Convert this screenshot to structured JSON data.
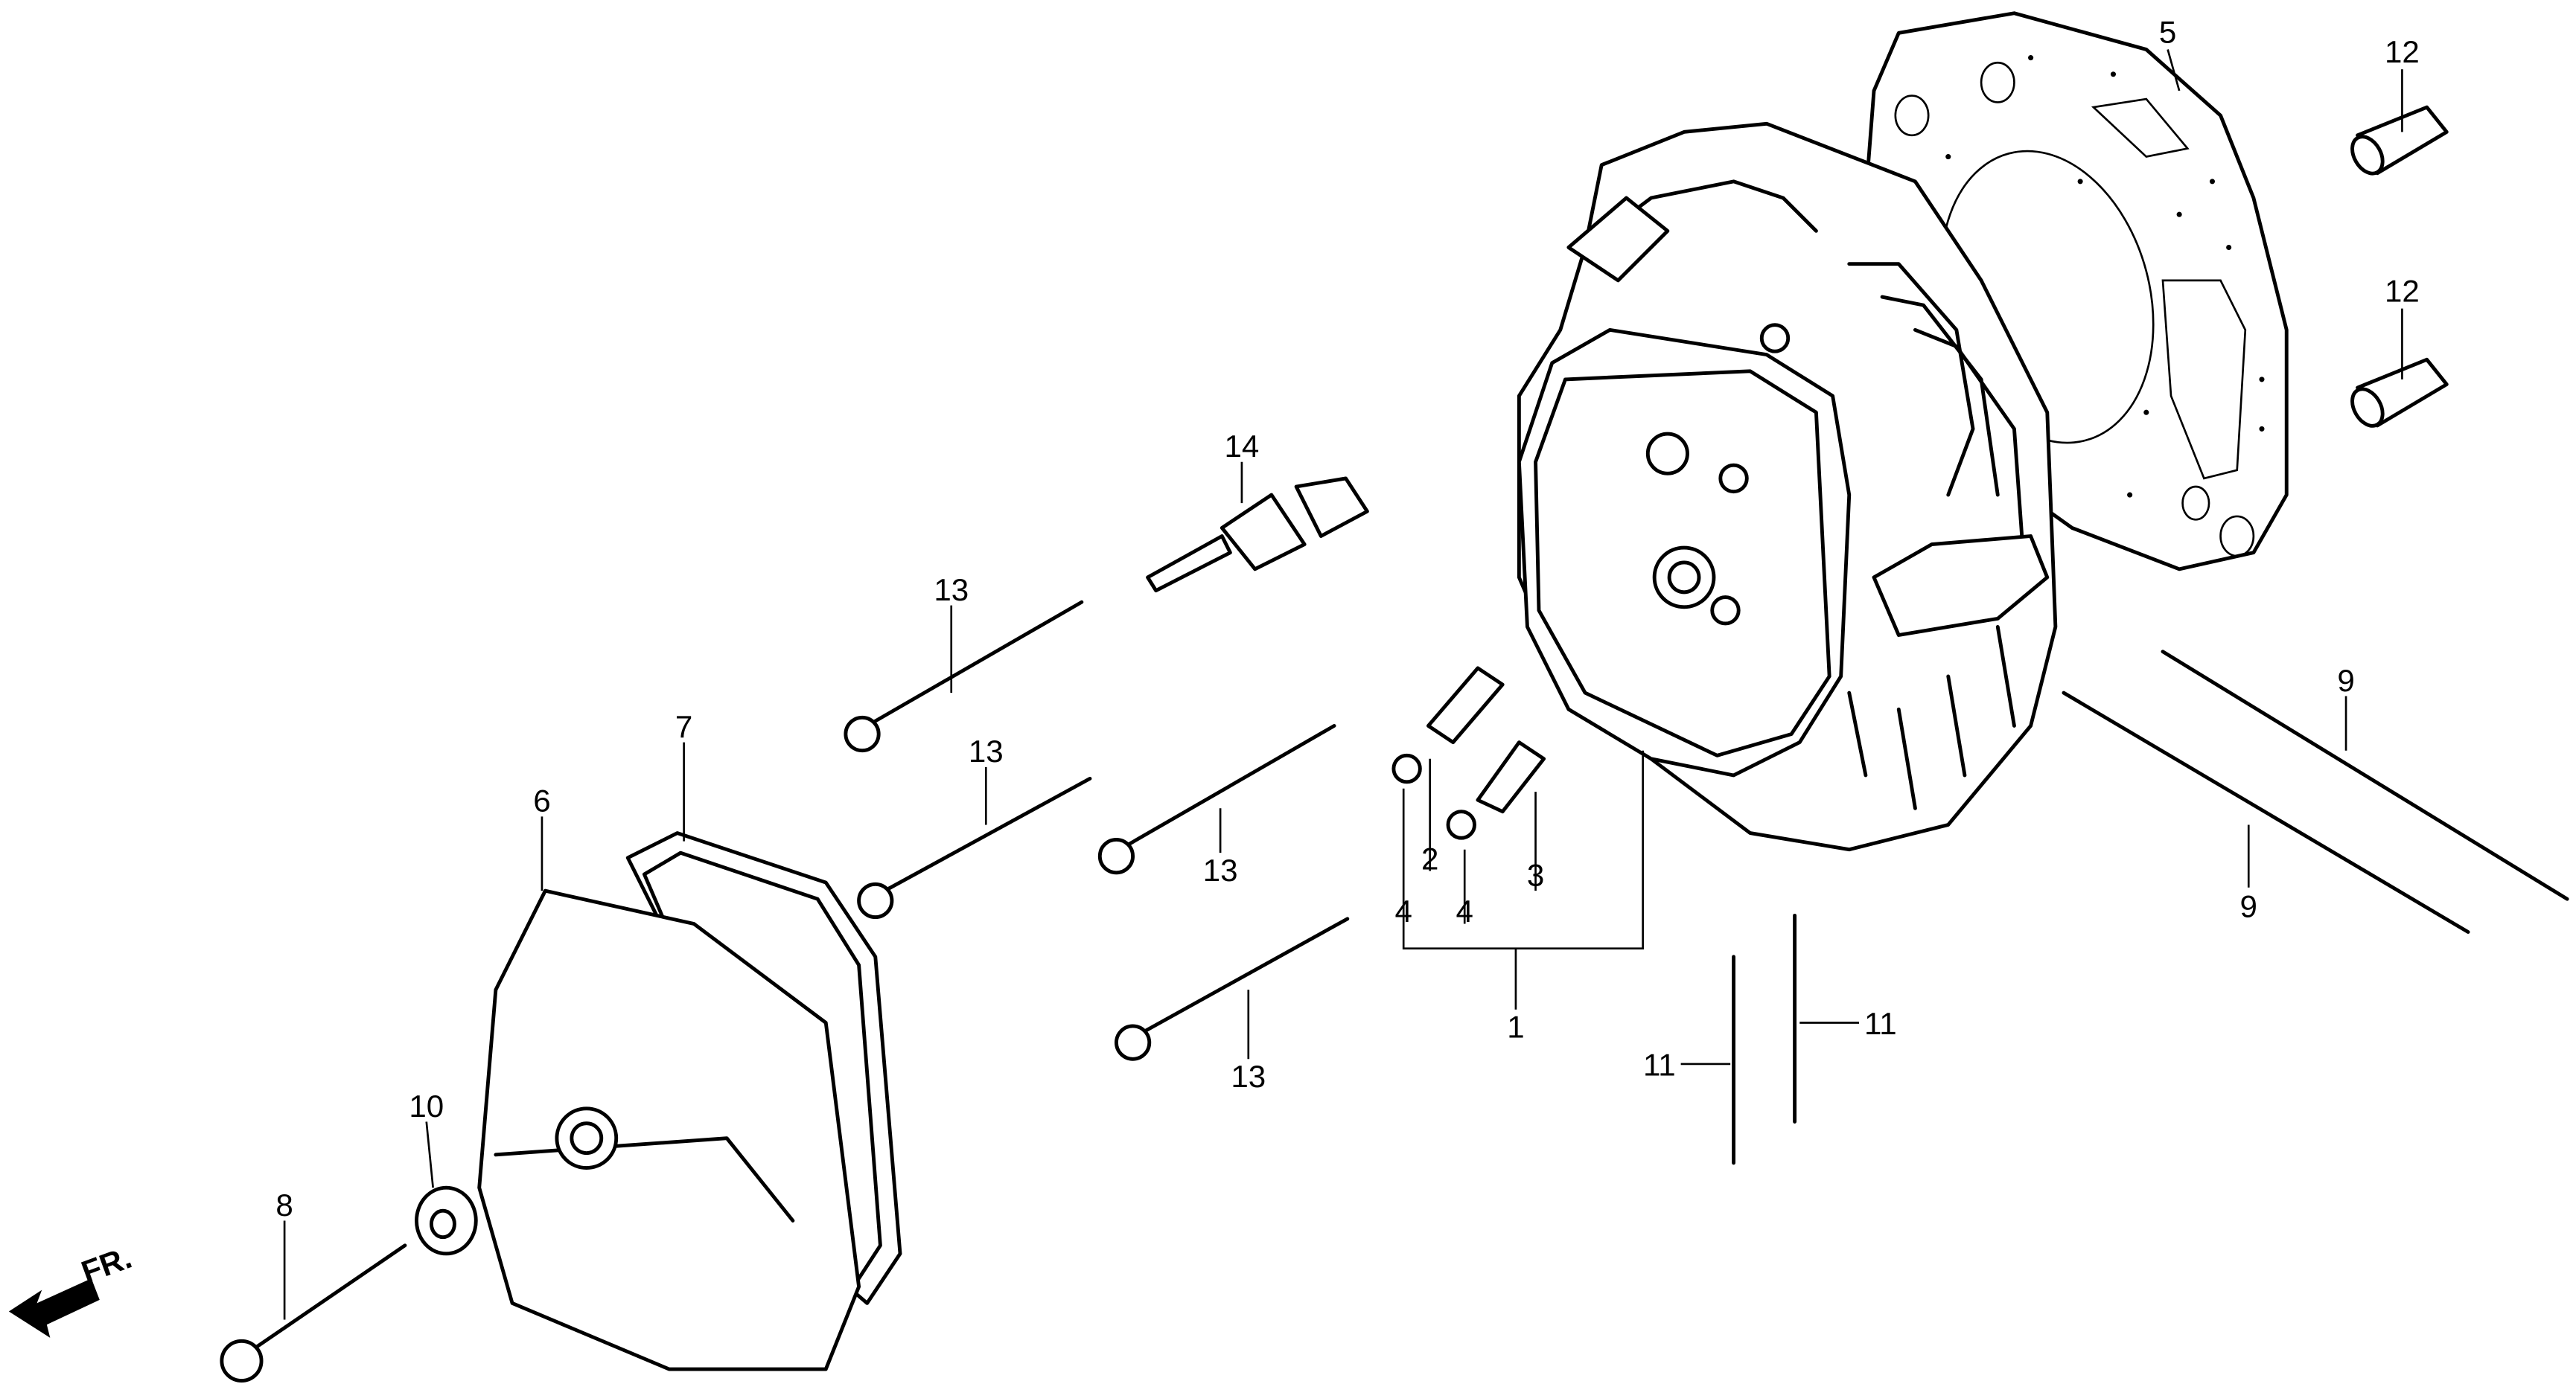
{
  "diagram": {
    "title": "Cylinder head exploded parts diagram",
    "direction_marker": "FR.",
    "callouts": {
      "c1": "1",
      "c2": "2",
      "c3": "3",
      "c4a": "4",
      "c4b": "4",
      "c5": "5",
      "c6": "6",
      "c7": "7",
      "c8": "8",
      "c9a": "9",
      "c9b": "9",
      "c10": "10",
      "c11a": "11",
      "c11b": "11",
      "c12a": "12",
      "c12b": "12",
      "c13a": "13",
      "c13b": "13",
      "c13c": "13",
      "c13d": "13",
      "c14": "14"
    }
  }
}
